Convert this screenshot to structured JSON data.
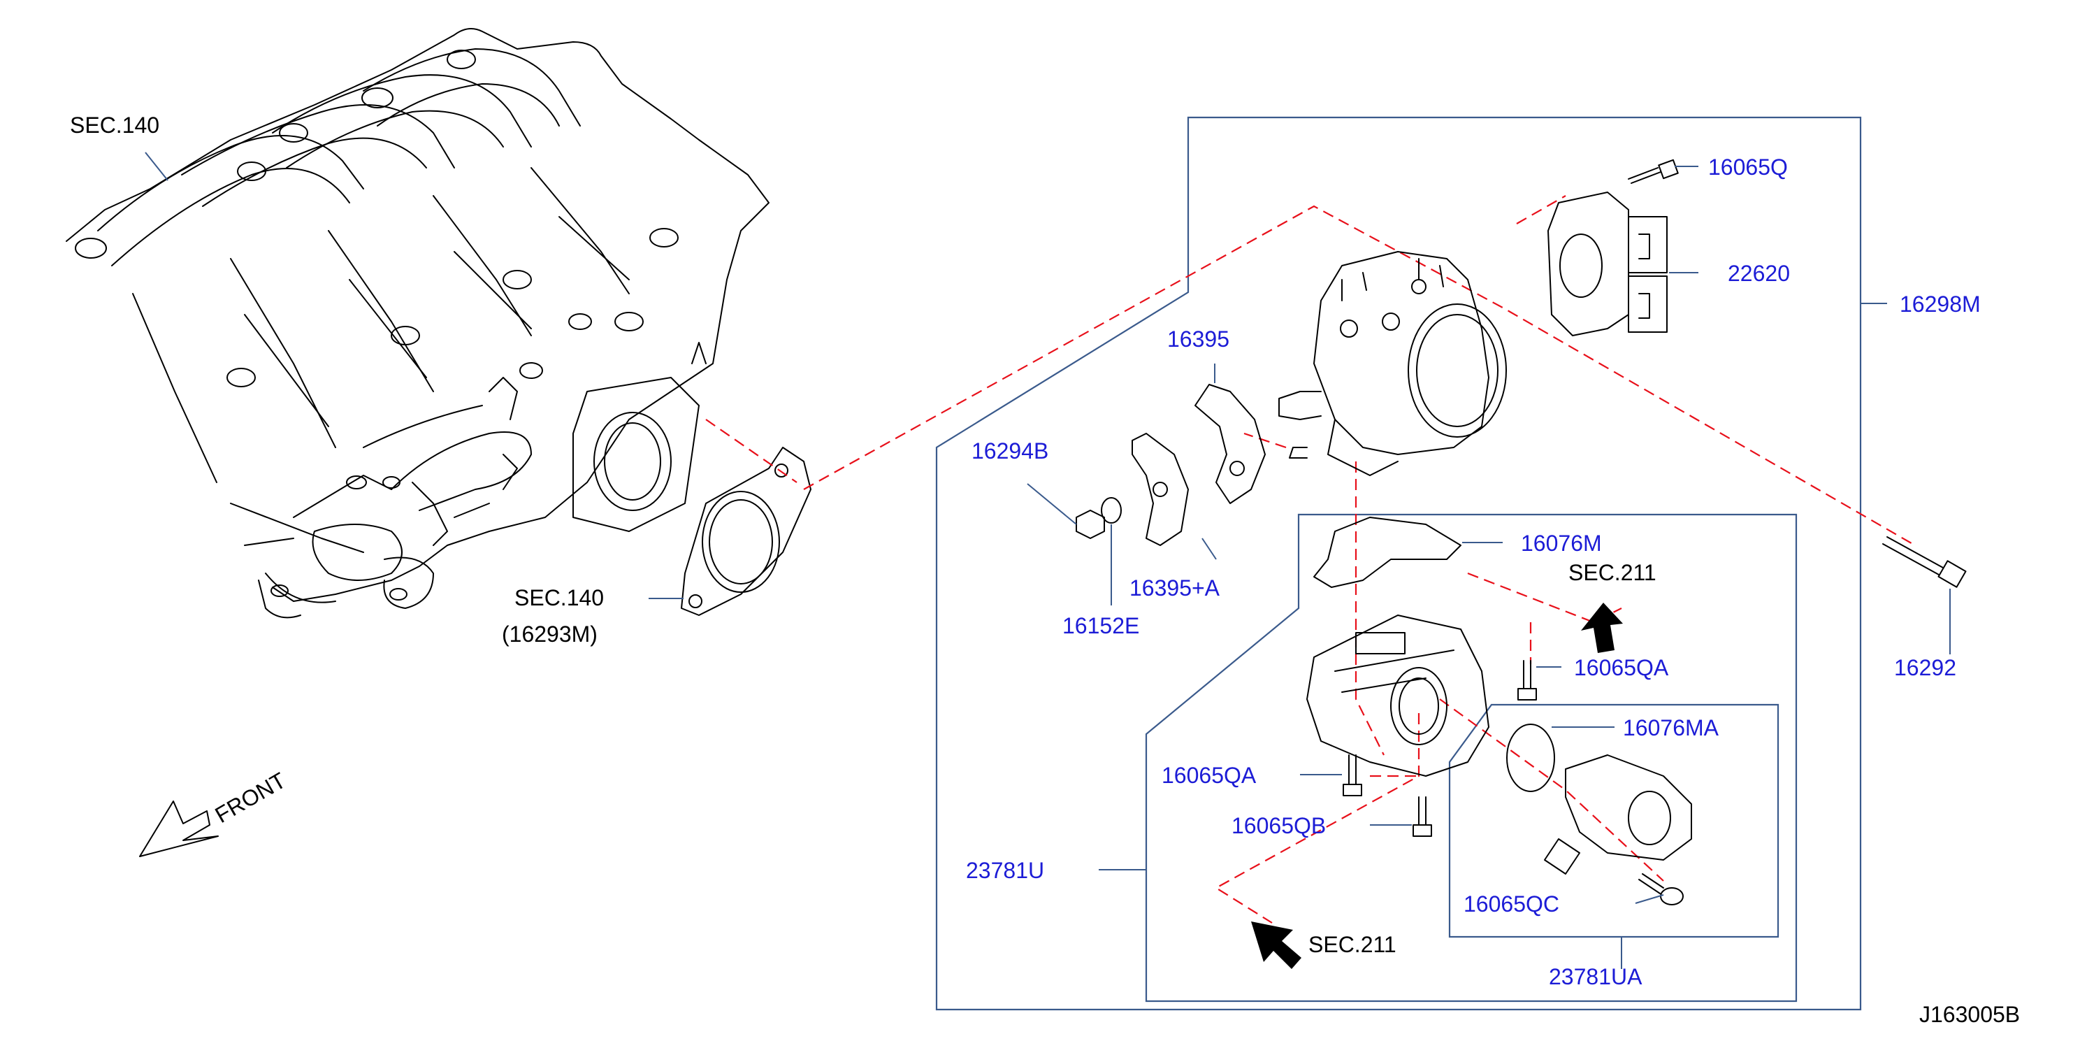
{
  "labels": {
    "sec140_top": "SEC.140",
    "sec140_gasket": "SEC.140",
    "gasket_part": "(16293M)",
    "front": "FRONT",
    "p16065Q": "16065Q",
    "p22620": "22620",
    "p16298M": "16298M",
    "p16395": "16395",
    "p16294B": "16294B",
    "p16395A": "16395+A",
    "p16152E": "16152E",
    "p16076M": "16076M",
    "sec211_upper": "SEC.211",
    "p16065QA_right": "16065QA",
    "p16292": "16292",
    "p16076MA": "16076MA",
    "p16065QA_left": "16065QA",
    "p16065QB": "16065QB",
    "p23781U": "23781U",
    "p16065QC": "16065QC",
    "sec211_lower": "SEC.211",
    "p23781UA": "23781UA",
    "diagram_id": "J163005B"
  },
  "colors": {
    "part_label": "#1c1cd6",
    "section_label": "#000000",
    "leader_line": "#3a5a8c",
    "dashed_guide": "#e8101a"
  }
}
